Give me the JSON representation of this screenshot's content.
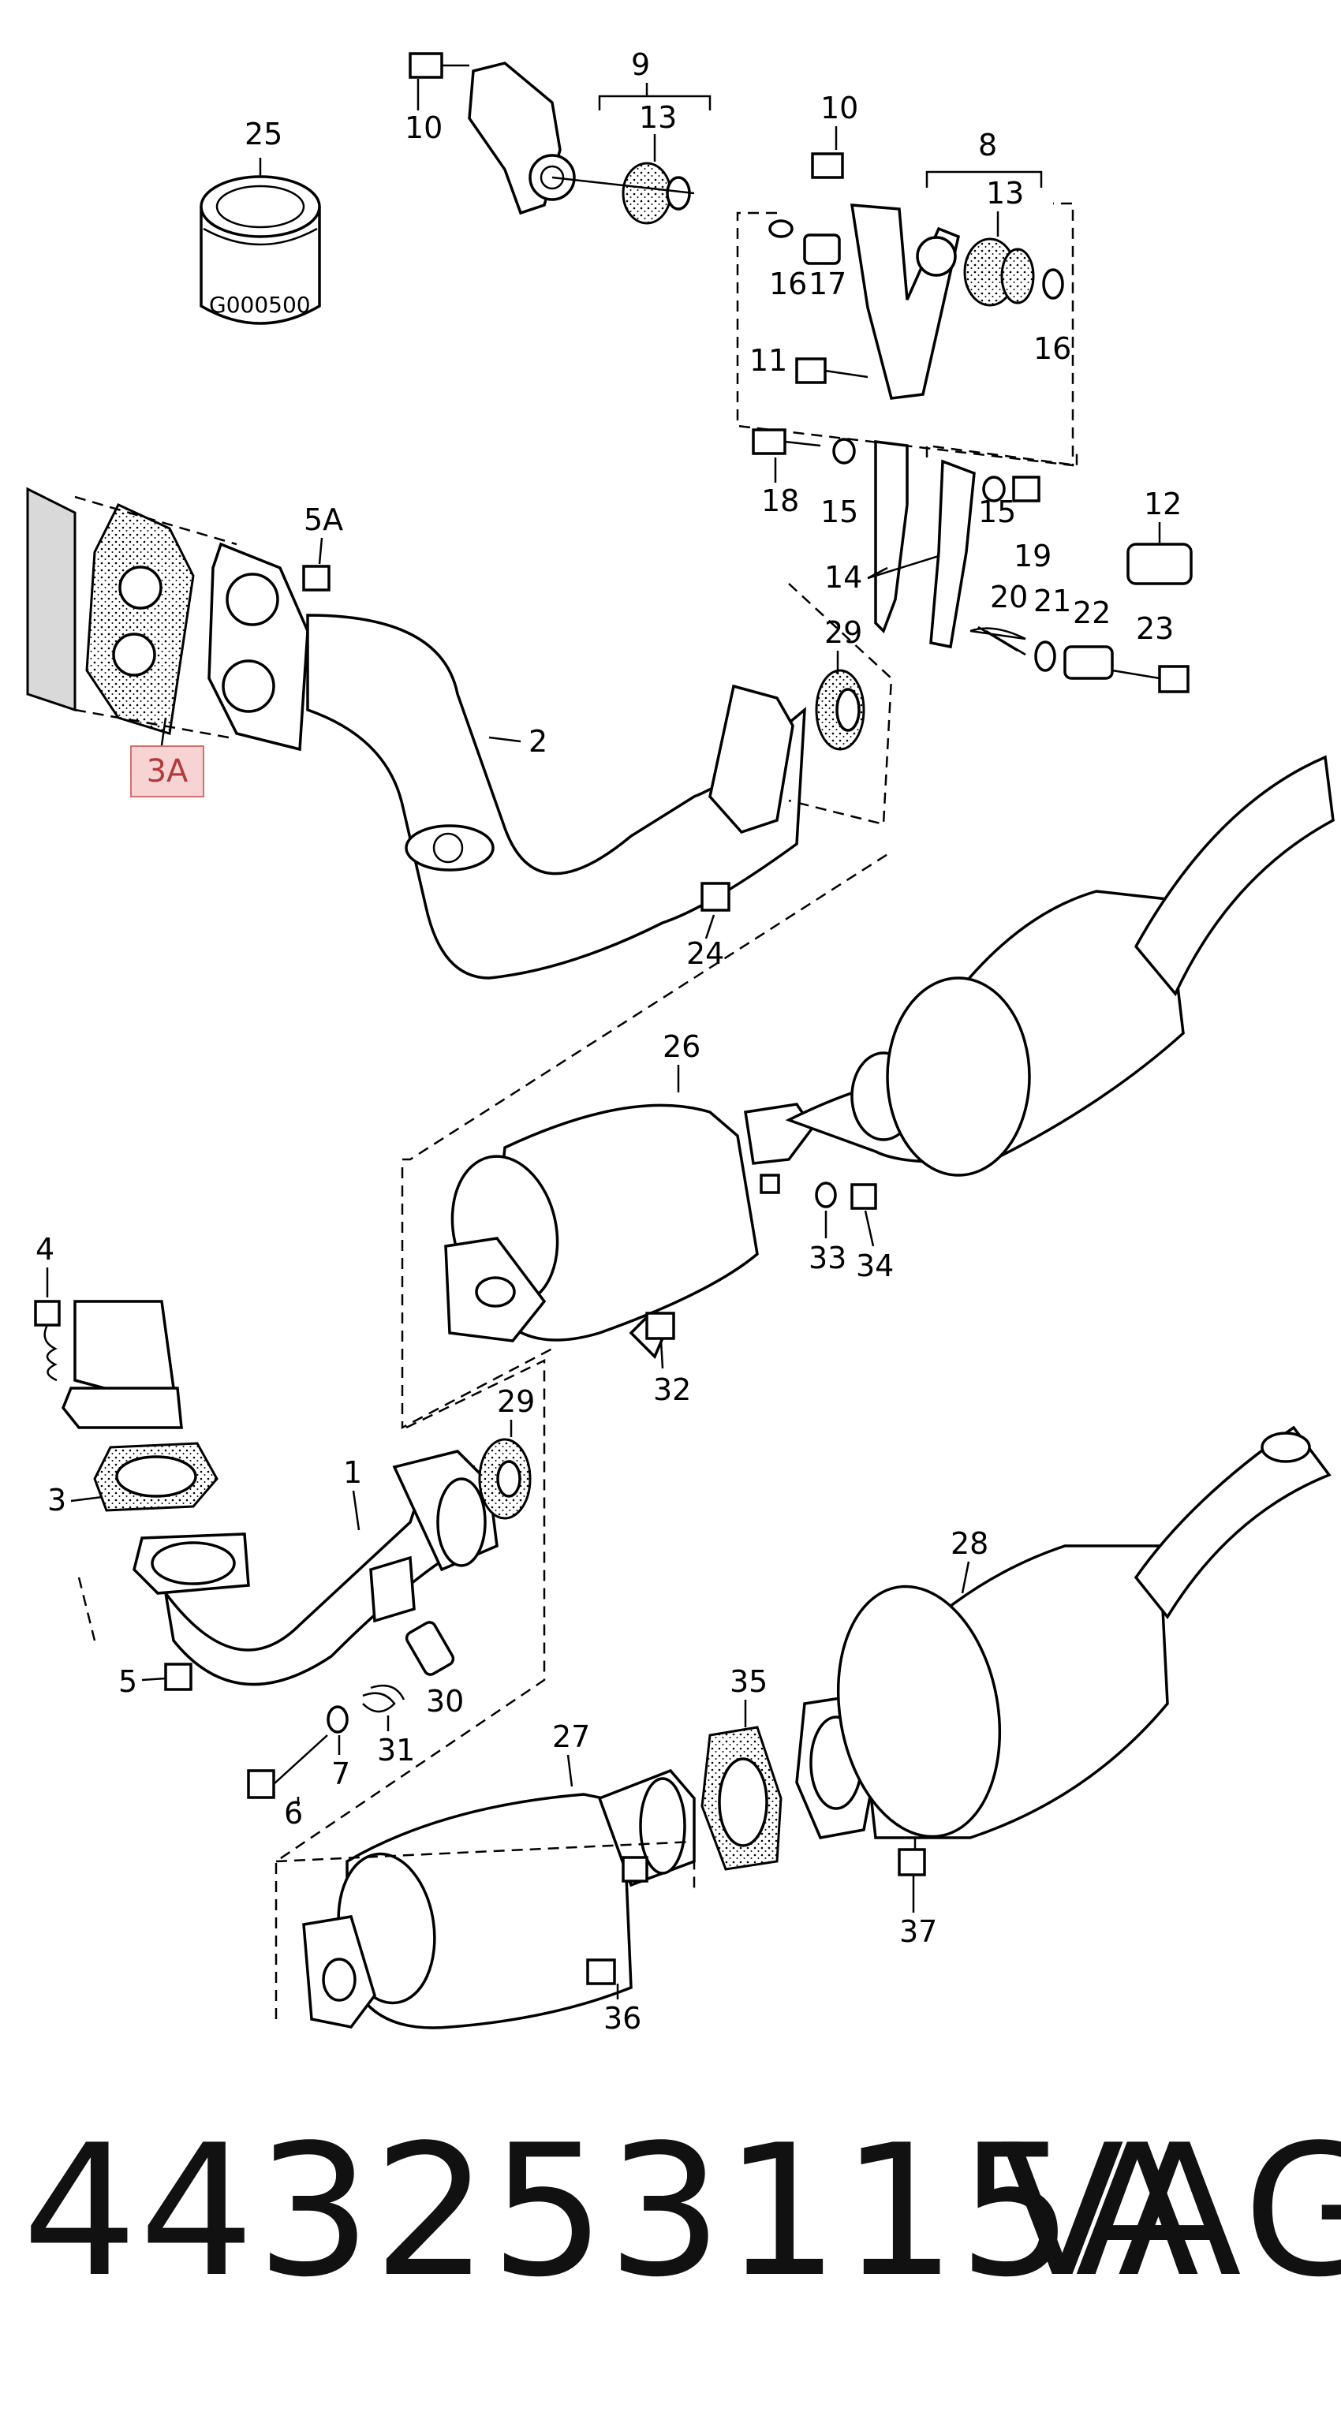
{
  "diagram": {
    "labels": {
      "l25": "25",
      "l10a": "10",
      "l9": "9",
      "l13a": "13",
      "l10b": "10",
      "l8": "8",
      "l13b": "13",
      "l16a": "16",
      "l17": "17",
      "l16b": "16",
      "l11": "11",
      "l18": "18",
      "l15a": "15",
      "l15b": "15",
      "l19": "19",
      "l12": "12",
      "l5a": "5A",
      "l2": "2",
      "l14": "14",
      "l20": "20",
      "l21": "21",
      "l22": "22",
      "l23": "23",
      "l29a": "29",
      "l24": "24",
      "l26": "26",
      "l33": "33",
      "l34": "34",
      "l32": "32",
      "l4": "4",
      "l3": "3",
      "l29b": "29",
      "l1": "1",
      "l5": "5",
      "l30": "30",
      "l31": "31",
      "l7": "7",
      "l6": "6",
      "l28": "28",
      "l35": "35",
      "l27": "27",
      "l37": "37",
      "l36": "36"
    },
    "callout": "3A",
    "can_marking": "G000500"
  },
  "footer": {
    "part_number": "443253115A",
    "brand": "VAG"
  }
}
